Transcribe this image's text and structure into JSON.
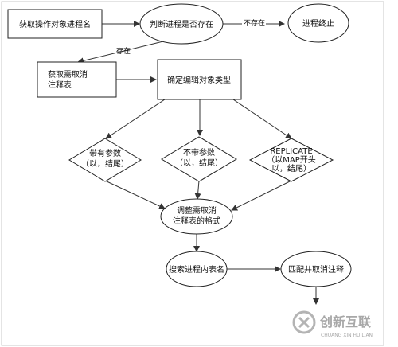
{
  "nodes": {
    "get_object_name": "获取操作对象进程名",
    "check_exists": "判断进程是否存在",
    "process_end": "进程终止",
    "get_cancel_table_line1": "获取需取消",
    "get_cancel_table_line2": "注释表",
    "determine_type": "确定编辑对象类型",
    "with_params_line1": "带有参数",
    "with_params_line2": "（以，结尾）",
    "no_params_line1": "不带参数",
    "no_params_line2": "（以，结尾）",
    "replicate_line1": "REPLICATE",
    "replicate_line2": "（以MAP开头",
    "replicate_line3": "以，结尾）",
    "adjust_format_line1": "调整需取消",
    "adjust_format_line2": "注释表的格式",
    "search_table": "搜索进程内表名",
    "match_cancel": "匹配并取消注释"
  },
  "edges": {
    "not_exists": "不存在",
    "exists": "存在"
  },
  "watermark": {
    "brand": "创新互联",
    "pinyin": "CHUANG XIN HU LIAN"
  }
}
